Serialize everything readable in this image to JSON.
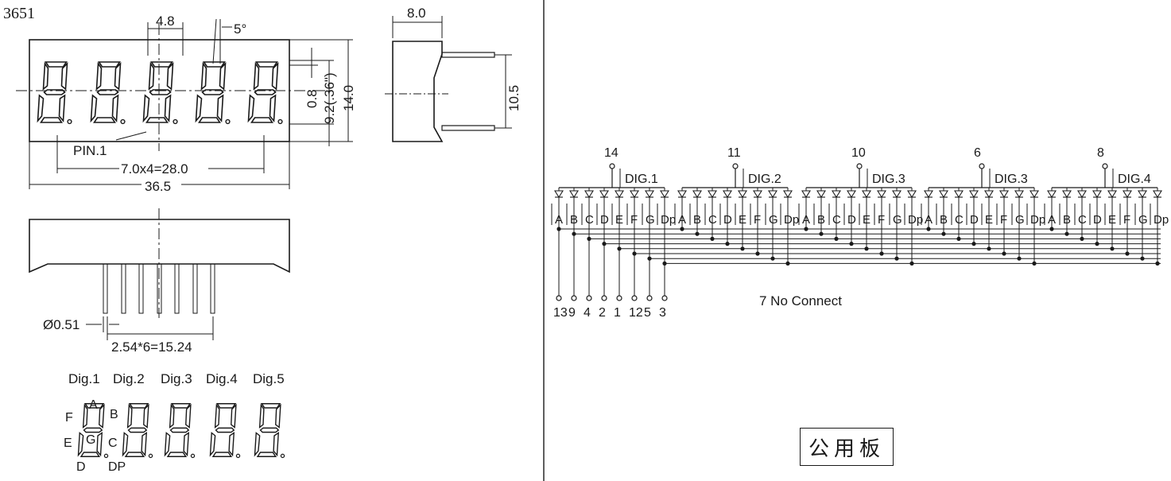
{
  "model_number": "3651",
  "dimensions": {
    "segment_pitch": "4.8",
    "slant_angle": "5°",
    "segment_thickness": "0.8",
    "char_height": "9.2(.36\")",
    "body_height": "14.0",
    "pin_label": "PIN.1",
    "digit_pitch": "7.0x4=28.0",
    "body_width": "36.5",
    "side_depth": "8.0",
    "pin_row_spacing": "10.5",
    "pin_diameter": "Ø0.51",
    "pin_pitch": "2.54*6=15.24"
  },
  "digit_labels": [
    "Dig.1",
    "Dig.2",
    "Dig.3",
    "Dig.4",
    "Dig.5"
  ],
  "segment_legend": {
    "a": "A",
    "b": "B",
    "c": "C",
    "d": "D",
    "e": "E",
    "f": "F",
    "g": "G",
    "dp": "DP"
  },
  "schematic": {
    "digit_groups": [
      {
        "pin": "14",
        "label": "DIG.1"
      },
      {
        "pin": "11",
        "label": "DIG.2"
      },
      {
        "pin": "10",
        "label": "DIG.3"
      },
      {
        "pin": "6",
        "label": "DIG.3"
      },
      {
        "pin": "8",
        "label": "DIG.4"
      }
    ],
    "segment_names": [
      "A",
      "B",
      "C",
      "D",
      "E",
      "F",
      "G",
      "Dp"
    ],
    "segment_pins": [
      "13",
      "9",
      "4",
      "2",
      "1",
      "12",
      "5",
      "3"
    ],
    "note": "7 No Connect",
    "stamp": "公用板"
  }
}
